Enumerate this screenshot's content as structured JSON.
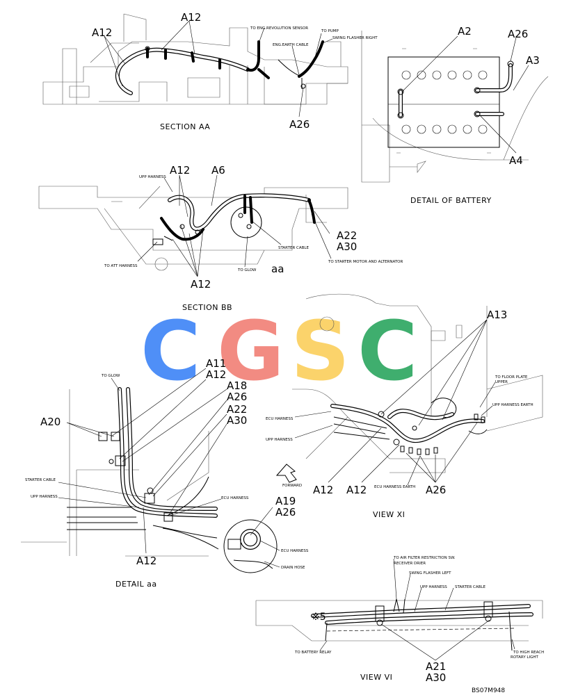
{
  "watermark": {
    "letters": [
      "C",
      "G",
      "S",
      "C"
    ],
    "colors": [
      "#4f8ff7",
      "#f28b82",
      "#fbd36b",
      "#3fae6e"
    ]
  },
  "sections": {
    "section_aa": {
      "title": "SECTION AA",
      "callouts": {
        "a12_top": "A12",
        "a12_left": "A12",
        "a26": "A26"
      },
      "notes": {
        "eng_rev": "TO ENG.REVOLUTION SENSOR",
        "pump": "TO PUMP",
        "swing_right": "SWING FLASHER RIGHT",
        "eng_earth": "ENG.EARTH CABLE"
      }
    },
    "detail_battery": {
      "title": "DETAIL OF BATTERY",
      "callouts": {
        "a2": "A2",
        "a26": "A26",
        "a3": "A3",
        "a4": "A4"
      }
    },
    "section_bb": {
      "title": "SECTION BB",
      "callouts": {
        "a12_top": "A12",
        "a6": "A6",
        "a22": "A22",
        "a30": "A30",
        "aa": "aa",
        "a12_bottom": "A12"
      },
      "notes": {
        "upp": "UPP HARNESS",
        "att": "TO ATT HARNESS",
        "glow": "TO GLOW",
        "starter": "STARTER CABLE",
        "starter_motor": "TO STARTER MOTOR AND ALTERNATOR"
      }
    },
    "detail_aa": {
      "title": "DETAIL aa",
      "callouts": {
        "a11": "A11",
        "a12_a": "A12",
        "a18": "A18",
        "a26_a": "A26",
        "a22": "A22",
        "a30": "A30",
        "a20": "A20",
        "a19": "A19",
        "a26_b": "A26",
        "a12_b": "A12"
      },
      "notes": {
        "glow": "TO GLOW",
        "starter": "STARTER CABLE",
        "upp": "UPP HARNESS",
        "ecu": "ECU HARNESS",
        "ecu2": "ECU HARNESS",
        "drain": "DRAIN HOSE"
      }
    },
    "view_xi": {
      "title": "VIEW XI",
      "callouts": {
        "a13": "A13",
        "a12_a": "A12",
        "a12_b": "A12",
        "a26": "A26"
      },
      "notes": {
        "ecu": "ECU HARNESS",
        "upp": "UPP HARNESS",
        "floor": "TO FLOOR PLATE",
        "upper": "UPPER",
        "upp_earth": "UPP HARNESS EARTH",
        "ecu_earth": "ECU HARNESS EARTH",
        "forward": "FORWARD"
      }
    },
    "view_vi": {
      "title": "VIEW VI",
      "callouts": {
        "a21": "A21",
        "a30": "A30"
      },
      "mark": "※5",
      "notes": {
        "air_filter": "TO AIR FILTER RESTRICTION SW.",
        "receiver": "RECEIVER DRIER",
        "swing_left": "SWING FLASHER LEFT",
        "upp": "UPP HARNESS",
        "starter": "STARTER CABLE",
        "battery_relay": "TO BATTERY RELAY",
        "high_reach": "TO HIGH REACH",
        "rotary_light": "ROTARY LIGHT"
      }
    }
  },
  "drawing_code": "BS07M948"
}
